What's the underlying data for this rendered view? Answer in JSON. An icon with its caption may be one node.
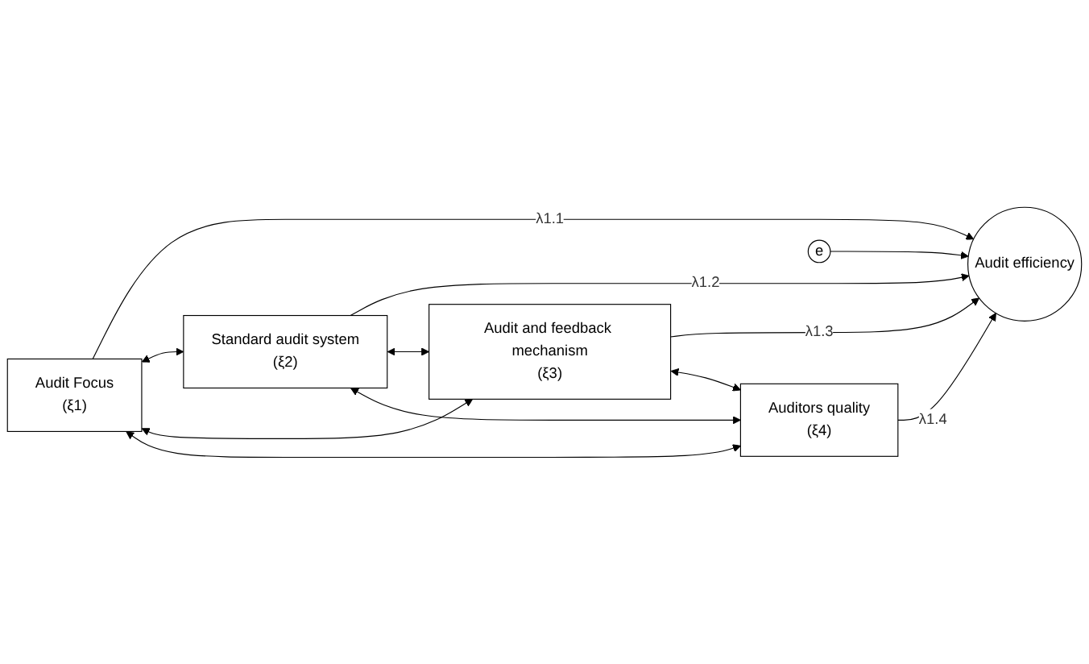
{
  "diagram": {
    "nodes": [
      {
        "text": [
          "Audit Focus",
          "(ξ1)"
        ]
      },
      {
        "text": [
          "Standard audit system",
          "(ξ2)"
        ]
      },
      {
        "text": [
          "Audit and feedback mechanism",
          "(ξ3)"
        ]
      },
      {
        "text": [
          "Auditors quality",
          "(ξ4)"
        ]
      },
      {
        "text": [
          "Audit efficiency"
        ]
      },
      {
        "text": [
          "e"
        ]
      }
    ],
    "edges": [
      {
        "from": 0,
        "to": 4,
        "arrow": "to",
        "label": "λ1.1"
      },
      {
        "from": 1,
        "to": 4,
        "arrow": "to",
        "label": "λ1.2"
      },
      {
        "from": 2,
        "to": 4,
        "arrow": "to",
        "label": "λ1.3"
      },
      {
        "from": 3,
        "to": 4,
        "arrow": "to",
        "label": "λ1.4"
      },
      {
        "from": 5,
        "to": 4,
        "arrow": "to"
      },
      {
        "from": 0,
        "to": 1,
        "arrow": "both"
      },
      {
        "from": 0,
        "to": 2,
        "arrow": "both"
      },
      {
        "from": 0,
        "to": 3,
        "arrow": "both"
      },
      {
        "from": 1,
        "to": 2,
        "arrow": "both"
      },
      {
        "from": 1,
        "to": 3,
        "arrow": "both"
      },
      {
        "from": 2,
        "to": 3,
        "arrow": "both"
      }
    ]
  }
}
